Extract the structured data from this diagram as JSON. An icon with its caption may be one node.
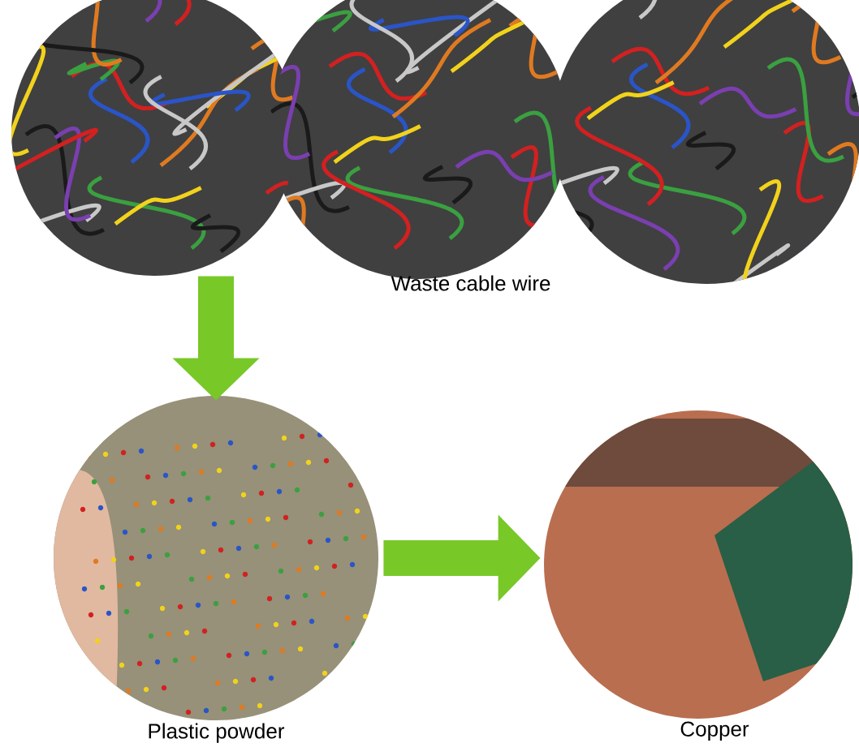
{
  "diagram": {
    "nodes": [
      {
        "text": [
          "Waste cable wire"
        ]
      },
      {
        "text": [
          "Plastic powder"
        ]
      },
      {
        "text": [
          "Copper"
        ]
      }
    ],
    "edges": [
      {
        "from": 0,
        "to": 1,
        "arrow": "to"
      },
      {
        "from": 1,
        "to": 2,
        "arrow": "to"
      }
    ]
  }
}
